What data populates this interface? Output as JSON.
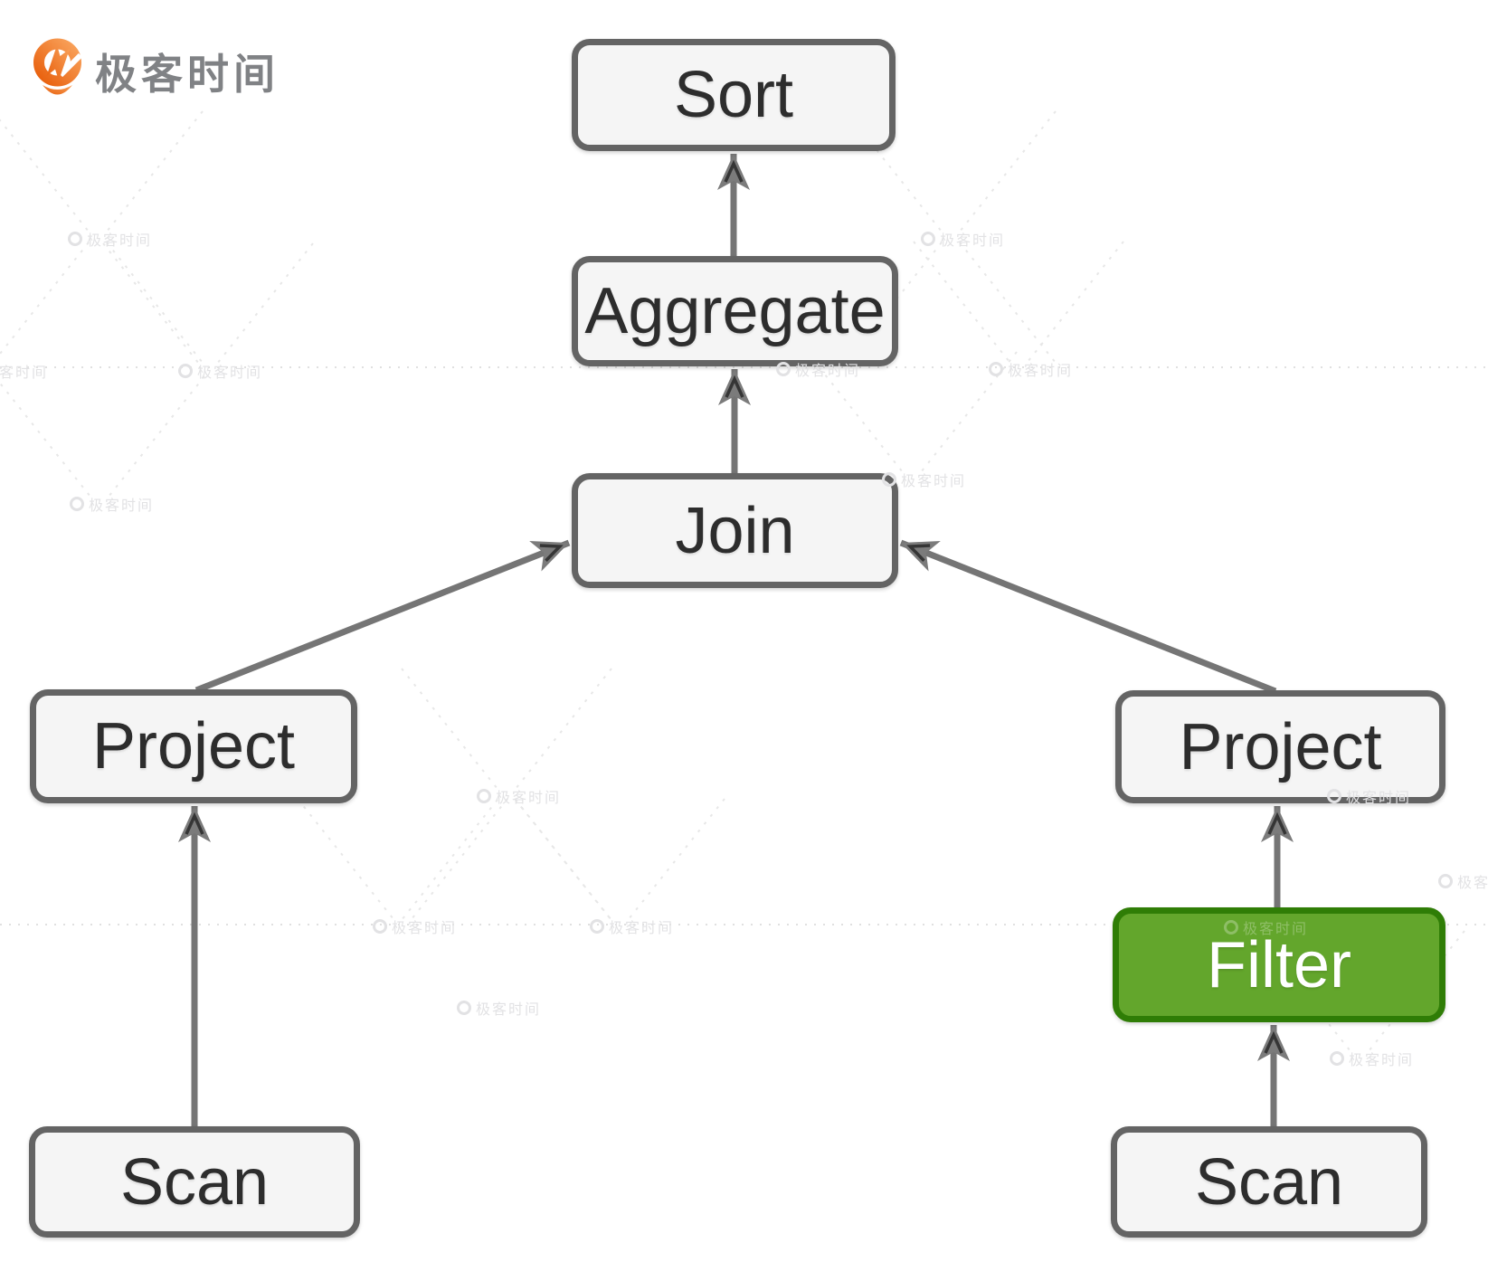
{
  "logo": {
    "text": "极客时间",
    "icon": "geektime-pin-icon",
    "accent_color": "#ee6a12",
    "text_color": "#808285"
  },
  "watermark": {
    "text": "极客时间",
    "icon": "geektime-logo-icon",
    "color": "#e2e2e4"
  },
  "diagram": {
    "type": "query-plan-tree",
    "edge_color": "#757575",
    "nodes": [
      {
        "id": "sort",
        "label": "Sort",
        "kind": "operator",
        "fill": "#f5f5f5",
        "border": "#646464",
        "text_color": "#2d2d2d"
      },
      {
        "id": "aggregate",
        "label": "Aggregate",
        "kind": "operator",
        "fill": "#f5f5f5",
        "border": "#646464",
        "text_color": "#2d2d2d"
      },
      {
        "id": "join",
        "label": "Join",
        "kind": "operator",
        "fill": "#f5f5f5",
        "border": "#646464",
        "text_color": "#2d2d2d"
      },
      {
        "id": "project-left",
        "label": "Project",
        "kind": "operator",
        "fill": "#f5f5f5",
        "border": "#646464",
        "text_color": "#2d2d2d"
      },
      {
        "id": "project-right",
        "label": "Project",
        "kind": "operator",
        "fill": "#f5f5f5",
        "border": "#646464",
        "text_color": "#2d2d2d"
      },
      {
        "id": "filter",
        "label": "Filter",
        "kind": "operator-highlighted",
        "fill": "#63a62c",
        "border": "#2f7d06",
        "text_color": "#ffffff"
      },
      {
        "id": "scan-left",
        "label": "Scan",
        "kind": "operator",
        "fill": "#f5f5f5",
        "border": "#646464",
        "text_color": "#2d2d2d"
      },
      {
        "id": "scan-right",
        "label": "Scan",
        "kind": "operator",
        "fill": "#f5f5f5",
        "border": "#646464",
        "text_color": "#2d2d2d"
      }
    ],
    "edges": [
      {
        "from": "aggregate",
        "to": "sort"
      },
      {
        "from": "join",
        "to": "aggregate"
      },
      {
        "from": "project-left",
        "to": "join"
      },
      {
        "from": "project-right",
        "to": "join"
      },
      {
        "from": "scan-left",
        "to": "project-left"
      },
      {
        "from": "filter",
        "to": "project-right"
      },
      {
        "from": "scan-right",
        "to": "filter"
      }
    ]
  }
}
